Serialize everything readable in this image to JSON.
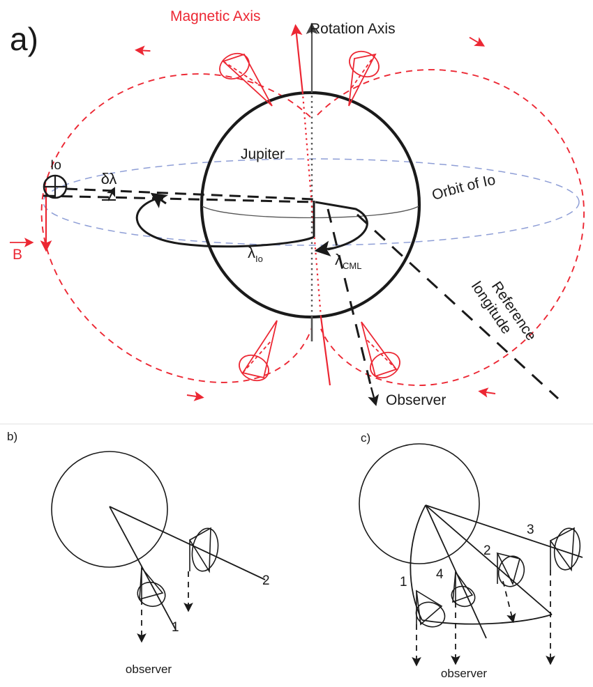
{
  "figure": {
    "panels": [
      {
        "id": "a",
        "letter": "a)"
      },
      {
        "id": "b",
        "letter": "b)"
      },
      {
        "id": "c",
        "letter": "c)"
      }
    ]
  },
  "colors": {
    "magnetic_red": "#ec2733",
    "orbit_blue": "#8e9ed6",
    "ink_black": "#1a1a1a",
    "rotation_gray": "#555555",
    "background": "#ffffff"
  },
  "panel_a": {
    "letter": "a)",
    "labels": {
      "magnetic_axis": "Magnetic Axis",
      "rotation_axis": "Rotation Axis",
      "jupiter": "Jupiter",
      "orbit_of_io": "Orbit of Io",
      "io": "Io",
      "b_field": "B",
      "delta_lambda": "δλ",
      "lambda_io_main": "λ",
      "lambda_io_sub": "Io",
      "lambda_cml_main": "λ",
      "lambda_cml_sub": "CML",
      "reference_longitude_line1": "Reference",
      "reference_longitude_line2": "longitude",
      "observer": "Observer"
    },
    "cone_count": 4,
    "field_line_arrow_count": 4
  },
  "panel_b": {
    "letter": "b)",
    "observer_label": "observer",
    "cone_labels": [
      "1",
      "2"
    ],
    "cone_count": 2,
    "beam_arrow_count": 2
  },
  "panel_c": {
    "letter": "c)",
    "observer_label": "observer",
    "cone_labels": [
      "1",
      "2",
      "3",
      "4"
    ],
    "cone_count": 4,
    "beam_arrow_count": 3
  }
}
